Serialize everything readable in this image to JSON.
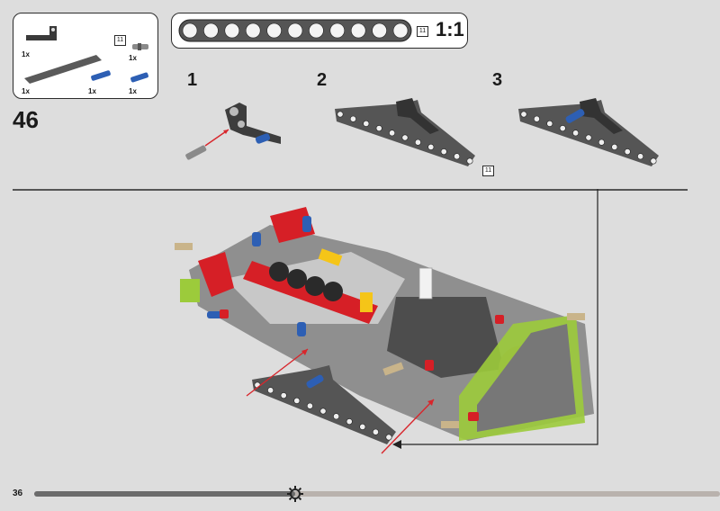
{
  "page": {
    "number": "36",
    "progress": 0.38
  },
  "parts_panel": {
    "items": [
      {
        "name": "angled-beam-icon",
        "qty": "1x"
      },
      {
        "name": "pin-gray-icon",
        "qty": "1x"
      },
      {
        "name": "beam-11-icon",
        "qty": "1x"
      },
      {
        "name": "pin-blue-long-icon",
        "qty": "1x"
      },
      {
        "name": "pin-blue-icon",
        "qty": "1x"
      }
    ],
    "beam_length": "11"
  },
  "ruler": {
    "length": "11",
    "scale": "1:1"
  },
  "step": {
    "number": "46"
  },
  "substeps": [
    {
      "number": "1"
    },
    {
      "number": "2",
      "length_callout": "11"
    },
    {
      "number": "3"
    }
  ],
  "colors": {
    "dark_gray": "#4d4d4d",
    "light_gray": "#a7a7a7",
    "blue": "#2d5fb4",
    "red": "#d61f26",
    "lime": "#9ccb3b",
    "yellow": "#f5c518",
    "arrow": "#d8262c"
  }
}
